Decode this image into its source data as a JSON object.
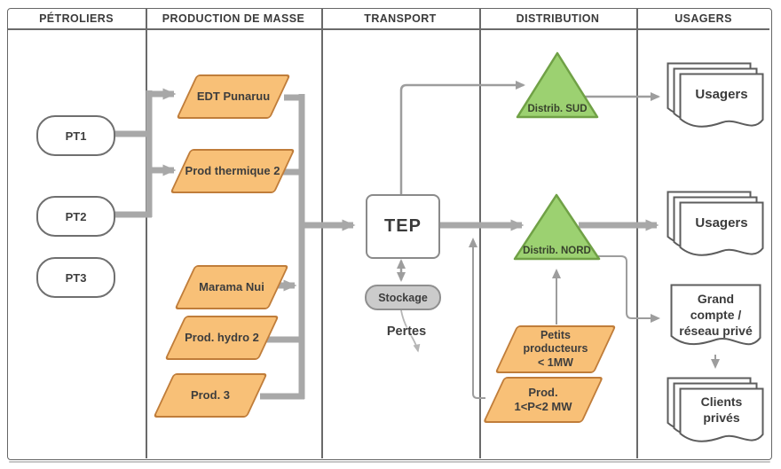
{
  "header": {
    "columns": [
      "PÉTROLIERS",
      "PRODUCTION DE MASSE",
      "TRANSPORT",
      "DISTRIBUTION",
      "USAGERS"
    ]
  },
  "petroliers": {
    "pt1": "PT1",
    "pt2": "PT2",
    "pt3": "PT3"
  },
  "production": {
    "edt_punaruu": "EDT Punaruu",
    "prod_thermique": "Prod thermique 2",
    "marama_nui": "Marama Nui",
    "prod_hydro": "Prod. hydro 2",
    "prod_3": "Prod. 3"
  },
  "transport": {
    "tep": "TEP",
    "stockage": "Stockage",
    "pertes": "Pertes"
  },
  "distribution": {
    "distrib_sud": "Distrib. SUD",
    "distrib_nord": "Distrib. NORD",
    "petits_producteurs": "Petits\nproducteurs\n< 1MW",
    "prod_1_2mw": "Prod.\n1<P<2 MW"
  },
  "usagers": {
    "usagers_sud": "Usagers",
    "usagers_nord": "Usagers",
    "grand_compte": "Grand\ncompte /\nréseau privé",
    "clients_prives": "Clients\nprivés"
  },
  "colors": {
    "producer_fill": "#f8c077",
    "producer_border": "#c07d3a",
    "distributor_fill": "#9cd171",
    "distributor_border": "#70a146",
    "connector_thick": "#a8a8a8",
    "connector_thin": "#9d9d9d",
    "stockage_fill": "#cbcbcb",
    "frame_border": "#666666"
  }
}
